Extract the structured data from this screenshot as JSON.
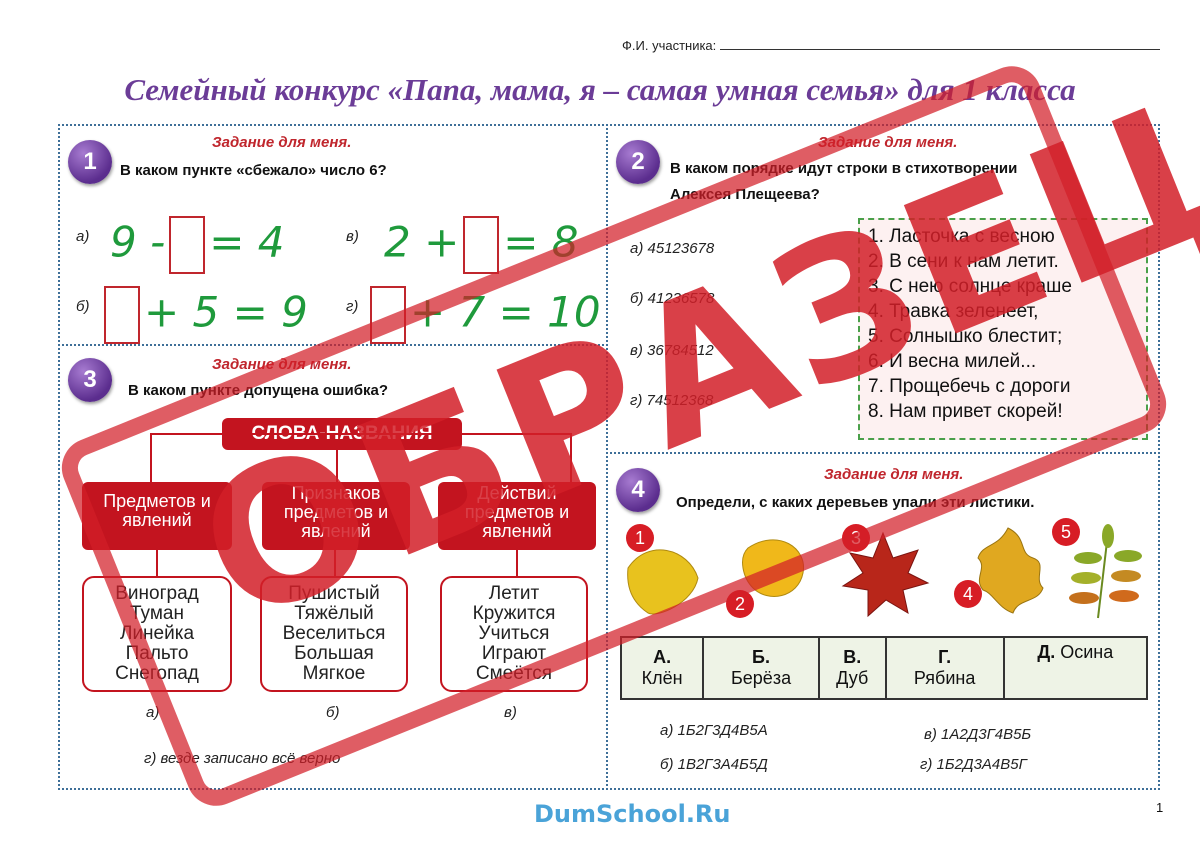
{
  "header": {
    "fio_label": "Ф.И. участника:",
    "title": "Семейный конкурс «Папа, мама, я – самая умная семья» для 1 класса"
  },
  "task_heading": "Задание для меня.",
  "task1": {
    "number": "1",
    "question": "В каком пункте «сбежало» число 6?",
    "options": [
      {
        "label": "а)",
        "left": "9 -",
        "right": "= 4"
      },
      {
        "label": "б)",
        "left": "",
        "right": "+ 5 = 9"
      },
      {
        "label": "в)",
        "left": "2 +",
        "right": "= 8"
      },
      {
        "label": "г)",
        "left": "",
        "right": "+ 7 = 10"
      }
    ]
  },
  "task2": {
    "number": "2",
    "question_line1": "В каком порядке идут строки в стихотворении",
    "question_line2": "Алексея Плещеева?",
    "options": [
      "а) 45123678",
      "б) 41236578",
      "в) 36784512",
      "г) 74512368"
    ],
    "poem": [
      "1. Ласточка с весною",
      "2. В сени к нам летит.",
      "3. С нею солнце краше",
      "4. Травка зеленеет,",
      "5. Солнышко блестит;",
      "6. И весна милей...",
      "7. Прощебечь с дороги",
      "8. Нам привет скорей!"
    ]
  },
  "task3": {
    "number": "3",
    "question": "В каком пункте допущена ошибка?",
    "header": "СЛОВА-НАЗВАНИЯ",
    "categories": [
      "Предметов и явлений",
      "Признаков предметов и явлений",
      "Действий предметов и явлений"
    ],
    "words": [
      [
        "Виноград",
        "Туман",
        "Линейка",
        "Пальто",
        "Снегопад"
      ],
      [
        "Пушистый",
        "Тяжёлый",
        "Веселиться",
        "Большая",
        "Мягкое"
      ],
      [
        "Летит",
        "Кружится",
        "Учиться",
        "Играют",
        "Смеётся"
      ]
    ],
    "labels": [
      "а)",
      "б)",
      "в)"
    ],
    "option_g": "г) везде записано всё верно"
  },
  "task4": {
    "number": "4",
    "question": "Определи, с каких деревьев упали эти листики.",
    "leaf_numbers": [
      "1",
      "2",
      "3",
      "4",
      "5"
    ],
    "table": [
      {
        "letter": "А.",
        "tree": "Клён"
      },
      {
        "letter": "Б.",
        "tree": "Берёза"
      },
      {
        "letter": "В.",
        "tree": "Дуб"
      },
      {
        "letter": "Г.",
        "tree": "Рябина"
      },
      {
        "letter": "Д.",
        "tree": "Осина"
      }
    ],
    "options": [
      "а) 1Б2Г3Д4В5А",
      "б) 1В2Г3А4Б5Д",
      "в) 1А2Д3Г4В5Б",
      "г) 1Б2Д3А4В5Г"
    ]
  },
  "stamp": "ОБРАЗЕЦ",
  "footer": {
    "logo": "DumSchool.Ru",
    "page": "1"
  },
  "colors": {
    "title": "#6b3c97",
    "accent_red": "#c3141f",
    "equation_green": "#1f9a3c",
    "border_blue": "#3e6f98"
  }
}
